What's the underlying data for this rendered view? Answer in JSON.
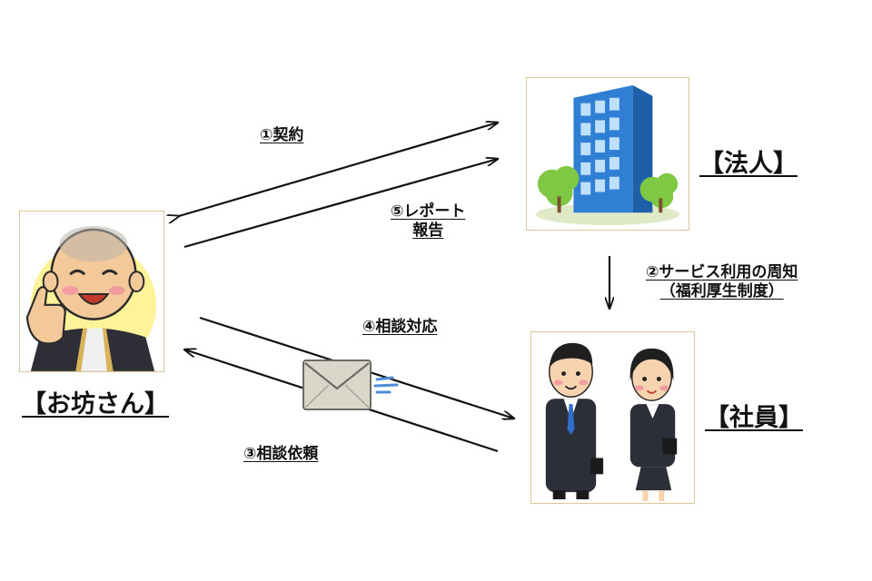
{
  "entities": {
    "monk": "【お坊さん】",
    "corporation": "【法人】",
    "employees": "【社員】"
  },
  "steps": {
    "contract": "①契約",
    "notice_line1": "②サービス利用の周知",
    "notice_line2": "（福利厚生制度）",
    "request": "③相談依頼",
    "response": "④相談対応",
    "report_line1": "⑤レポート",
    "report_line2": "報告"
  },
  "colors": {
    "arrow": "#111111",
    "card_border": "#d8c89a",
    "building_blue": "#2f7fd4",
    "tree_green": "#7ec843"
  },
  "icons": [
    "monk-illustration",
    "office-building-illustration",
    "business-people-illustration",
    "envelope-icon"
  ]
}
